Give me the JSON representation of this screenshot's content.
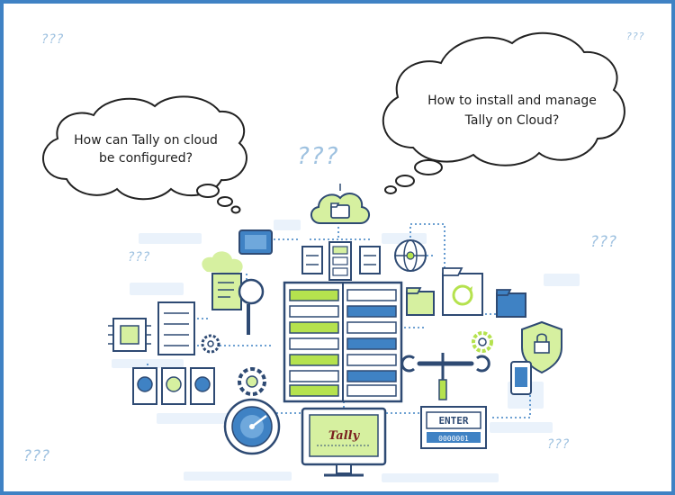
{
  "bubbles": {
    "left": {
      "line1": "How can Tally on cloud",
      "line2": "be configured?"
    },
    "right": {
      "line1": "How to install and manage",
      "line2": "Tally on Cloud?"
    }
  },
  "question_marks": {
    "top_left": "???",
    "top_right": "???",
    "mid_left": "???",
    "right": "???",
    "center": "???",
    "bottom_left": "???",
    "bottom_right": "???"
  },
  "laptop_text": "Tally",
  "enter_key": {
    "label": "ENTER",
    "code": "0000001"
  },
  "colors": {
    "border": "#3f82c4",
    "green": "#b5e24e",
    "blue": "#3f82c4",
    "navy": "#2e4a73",
    "light": "#eaf2fb"
  },
  "icons": [
    "cloud-folder-icon",
    "server-icon",
    "globe-icon",
    "folder-icon",
    "sync-folder-icon",
    "shield-lock-icon",
    "gear-icon",
    "magnifier-document-icon",
    "chip-icon",
    "hard-drive-icon",
    "gauge-icon",
    "wrench-screwdriver-icon",
    "phone-icon",
    "tablet-icon",
    "monitor-icon",
    "keyboard-key-icon"
  ]
}
